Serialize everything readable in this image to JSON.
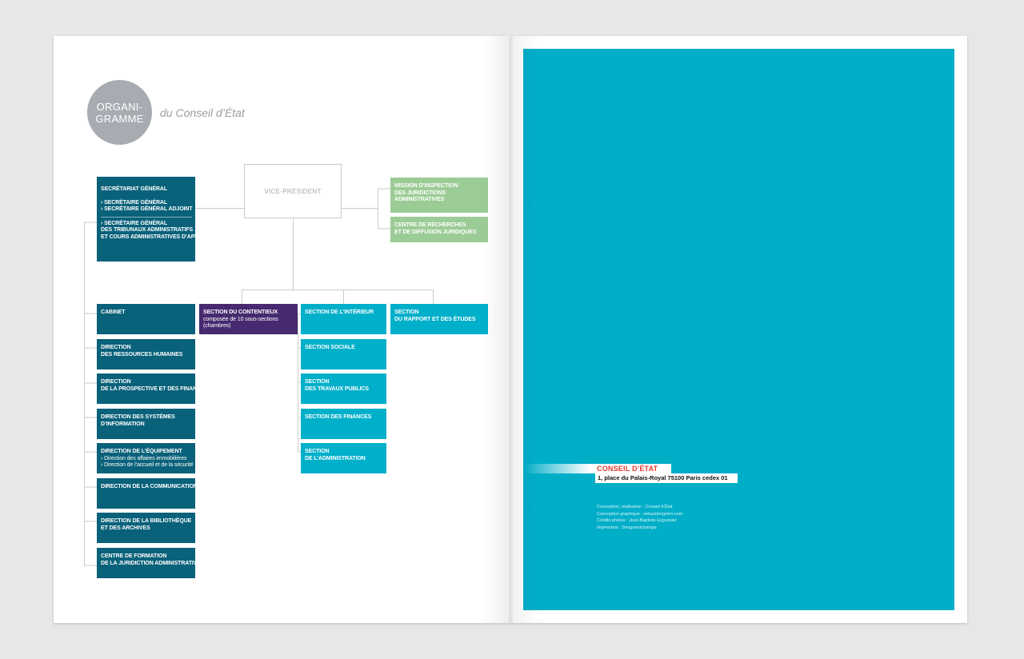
{
  "header": {
    "circle_line1": "ORGANI-",
    "circle_line2": "GRAMME",
    "subtitle": "du Conseil d’État"
  },
  "vice_president": "VICE-PRÉSIDENT",
  "secretariat": {
    "title": "SECRÉTARIAT GÉNÉRAL",
    "items": [
      "SECRÉTAIRE GÉNÉRAL",
      "SECRÉTAIRE GÉNÉRAL ADJOINT"
    ],
    "sub_item": {
      "line1": "SECRÉTAIRE GÉNÉRAL",
      "line2": "DES TRIBUNAUX ADMINISTRATIFS",
      "line3": "ET COURS ADMINISTRATIVES D’APPEL"
    }
  },
  "missions": {
    "inspection": [
      "MISSION D’INSPECTION",
      "DES JURIDICTIONS",
      "ADMINISTRATIVES"
    ],
    "recherches": [
      "CENTRE DE RECHERCHES",
      "ET DE DIFFUSION JURIDIQUES"
    ]
  },
  "directions": {
    "cabinet": "CABINET",
    "rh": [
      "DIRECTION",
      "DES RESSOURCES HUMAINES"
    ],
    "prospective": [
      "DIRECTION",
      "DE LA PROSPECTIVE ET DES FINANCES"
    ],
    "systemes": [
      "DIRECTION DES SYSTÈMES",
      "D’INFORMATION"
    ],
    "equipement": {
      "title": "DIRECTION DE L’ÉQUIPEMENT",
      "items": [
        "Direction des affaires immobilières",
        "Direction de l’accueil et de la sécurité"
      ]
    },
    "communication": "DIRECTION DE LA COMMUNICATION",
    "bibliotheque": [
      "DIRECTION DE LA BIBLIOTHÈQUE",
      "ET DES ARCHIVES"
    ],
    "formation": [
      "CENTRE DE FORMATION",
      "DE LA JURIDICTION ADMINISTRATIVE"
    ]
  },
  "sections": {
    "contentieux": {
      "title": "SECTION DU CONTENTIEUX",
      "desc1": "composée de 10 sous-sections",
      "desc2": "(chambres)"
    },
    "interieur": "SECTION DE L’INTÉRIEUR",
    "rapport": [
      "SECTION",
      "DU RAPPORT ET DES ÉTUDES"
    ],
    "sociale": "SECTION SOCIALE",
    "travaux": [
      "SECTION",
      "DES TRAVAUX PUBLICS"
    ],
    "finances": "SECTION DES FINANCES",
    "administration": [
      "SECTION",
      "DE L’ADMINISTRATION"
    ]
  },
  "cover": {
    "brand": "CONSEIL D’ÉTAT",
    "address": "1, place du Palais-Royal 75100 Paris cedex 01",
    "credits": [
      "Conception, réalisation : Conseil d’État",
      "Conception graphique : sebastiengelon.com",
      "Crédits photos : Jean-Baptiste Eyguesier",
      "Impression : Desgrandchamps"
    ]
  },
  "colors": {
    "navy": "#09617a",
    "cyan": "#00afca",
    "green": "#9ccc96",
    "purple": "#46296f",
    "circle_grey": "#a9abb3",
    "cover_cyan": "#00aec8",
    "brand_red": "#e03c2d"
  }
}
